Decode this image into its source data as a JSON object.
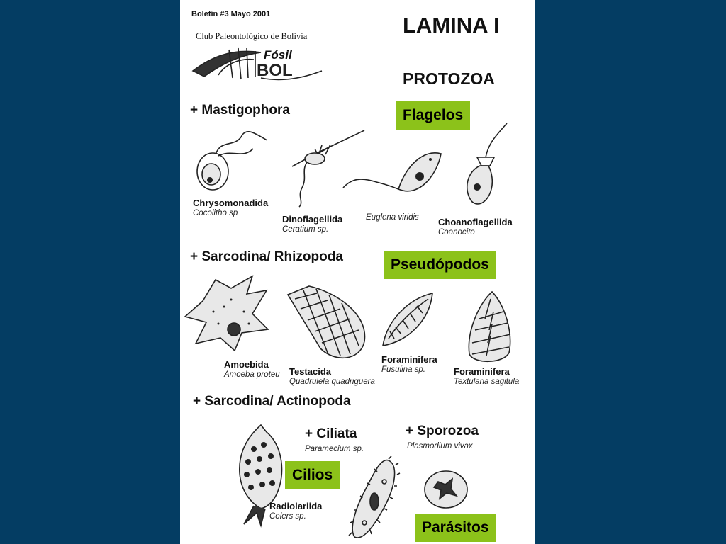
{
  "header": {
    "bulletin": "Boletín #3 Mayo 2001",
    "club": "Club Paleontológico de Bolivia",
    "logo_line1": "Fósil",
    "logo_line2": "BOL",
    "title": "LAMINA I",
    "subtitle": "PROTOZOA"
  },
  "sections": {
    "mastigophora": "+ Mastigophora",
    "rhizopoda": "+ Sarcodina/ Rhizopoda",
    "actinopoda": "+ Sarcodina/ Actinopoda",
    "ciliata": "+ Ciliata",
    "sporozoa": "+ Sporozoa"
  },
  "tags": {
    "flagelos": "Flagelos",
    "pseudopodos": "Pseudópodos",
    "cilios": "Cilios",
    "parasitos": "Parásitos"
  },
  "organisms": {
    "chrysomonadida": {
      "name": "Chrysomonadida",
      "species": "Cocolitho sp"
    },
    "dinoflagellida": {
      "name": "Dinoflagellida",
      "species": "Ceratium sp."
    },
    "euglena": {
      "species": "Euglena viridis"
    },
    "choanoflagellida": {
      "name": "Choanoflagellida",
      "species": "Coanocito"
    },
    "amoebida": {
      "name": "Amoebida",
      "species": "Amoeba proteu"
    },
    "testacida": {
      "name": "Testacida",
      "species": "Quadrulela quadriguera"
    },
    "foraminifera1": {
      "name": "Foraminifera",
      "species": "Fusulina sp."
    },
    "foraminifera2": {
      "name": "Foraminifera",
      "species": "Textularia sagitula"
    },
    "ciliata": {
      "species": "Paramecium sp."
    },
    "sporozoa": {
      "species": "Plasmodium vivax"
    },
    "radiolariida": {
      "name": "Radiolariida",
      "species": "Colers sp."
    }
  },
  "colors": {
    "background": "#043d63",
    "page": "#ffffff",
    "tag": "#8cc21a"
  }
}
